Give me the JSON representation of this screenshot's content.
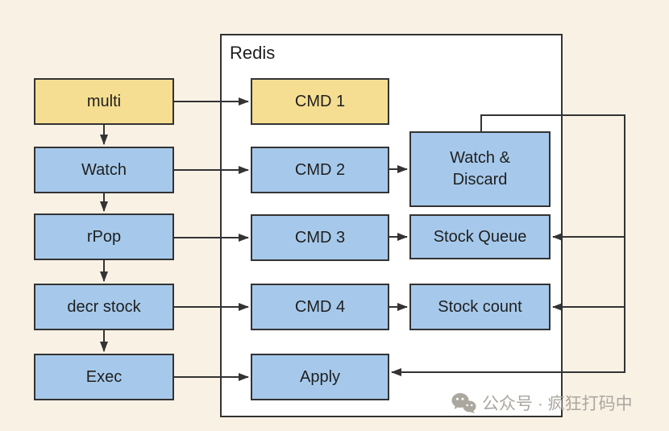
{
  "colors": {
    "background": "#FAF1E5",
    "canvas": "#FFFFFF",
    "node_yellow": "#F5DE91",
    "node_blue": "#A6C9EB",
    "border": "#333333",
    "arrow": "#333333",
    "text": "#1F1F1F",
    "watermark": "#ABA79F"
  },
  "redis": {
    "label": "Redis"
  },
  "client_flow": [
    {
      "label": "multi"
    },
    {
      "label": "Watch"
    },
    {
      "label": "rPop"
    },
    {
      "label": "decr stock"
    },
    {
      "label": "Exec"
    }
  ],
  "command_queue": [
    {
      "label": "CMD 1"
    },
    {
      "label": "CMD 2"
    },
    {
      "label": "CMD 3"
    },
    {
      "label": "CMD 4"
    },
    {
      "label": "Apply"
    }
  ],
  "state_nodes": [
    {
      "label": "Watch & Discard"
    },
    {
      "label": "Stock Queue"
    },
    {
      "label": "Stock count"
    }
  ],
  "watermark": {
    "icon": "wechat-icon",
    "text": "公众号 · 疯狂打码中"
  }
}
